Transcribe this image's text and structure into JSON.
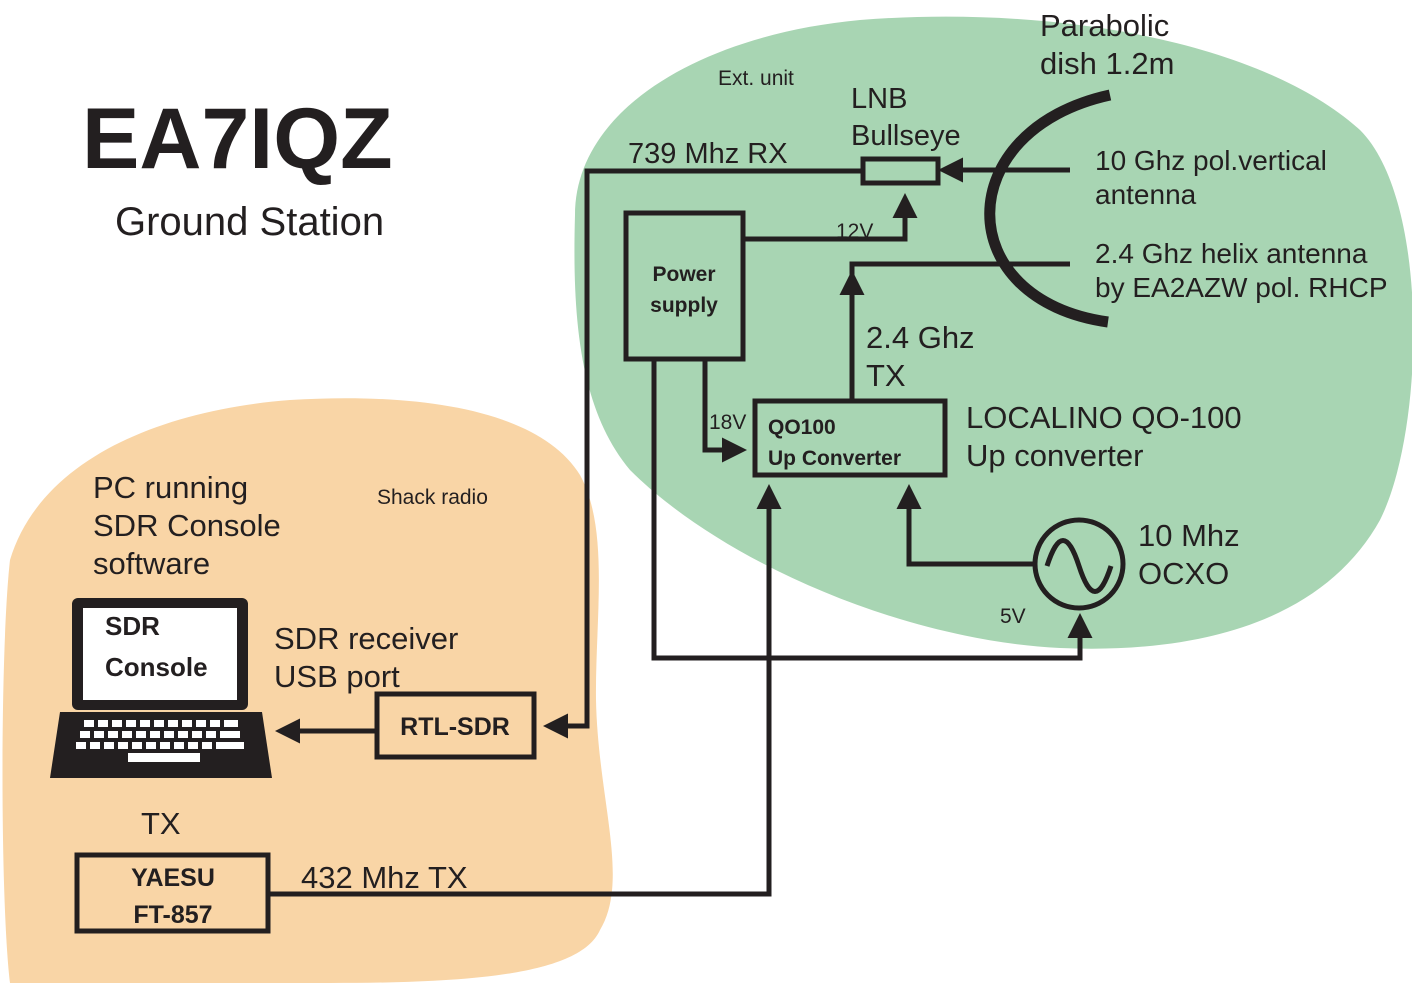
{
  "header": {
    "callsign": "EA7IQZ",
    "subtitle": "Ground Station"
  },
  "regions": {
    "ext_unit": "Ext. unit",
    "shack": "Shack radio"
  },
  "colors": {
    "ext_region": "#a8d5b3",
    "shack_region": "#f9d5a6",
    "ink": "#231f20",
    "screen": "#ffffff"
  },
  "antenna": {
    "dish_line1": "Parabolic",
    "dish_line2": "dish 1.2m",
    "vertical_line1": "10 Ghz pol.vertical",
    "vertical_line2": "antenna",
    "helix_line1": "2.4 Ghz helix antenna",
    "helix_line2": "by EA2AZW pol. RHCP"
  },
  "lnb": {
    "line1": "LNB",
    "line2": "Bullseye",
    "rx_label": "739 Mhz RX"
  },
  "power": {
    "line1": "Power",
    "line2": "supply",
    "v12": "12V",
    "v18": "18V",
    "v5": "5V"
  },
  "converter": {
    "box_line1": "QO100",
    "box_line2": "Up Converter",
    "desc_line1": "LOCALINO QO-100",
    "desc_line2": "Up converter",
    "tx_line1": "2.4 Ghz",
    "tx_line2": "TX"
  },
  "ocxo": {
    "line1": "10 Mhz",
    "line2": "OCXO"
  },
  "pc": {
    "desc_line1": "PC running",
    "desc_line2": "SDR Console",
    "desc_line3": "software",
    "screen_line1": "SDR",
    "screen_line2": "Console"
  },
  "rtl": {
    "label": "RTL-SDR",
    "desc_line1": "SDR receiver",
    "desc_line2": "USB port"
  },
  "yaesu": {
    "tx_label": "TX",
    "line1": "YAESU",
    "line2": "FT-857",
    "link_label": "432 Mhz TX"
  }
}
